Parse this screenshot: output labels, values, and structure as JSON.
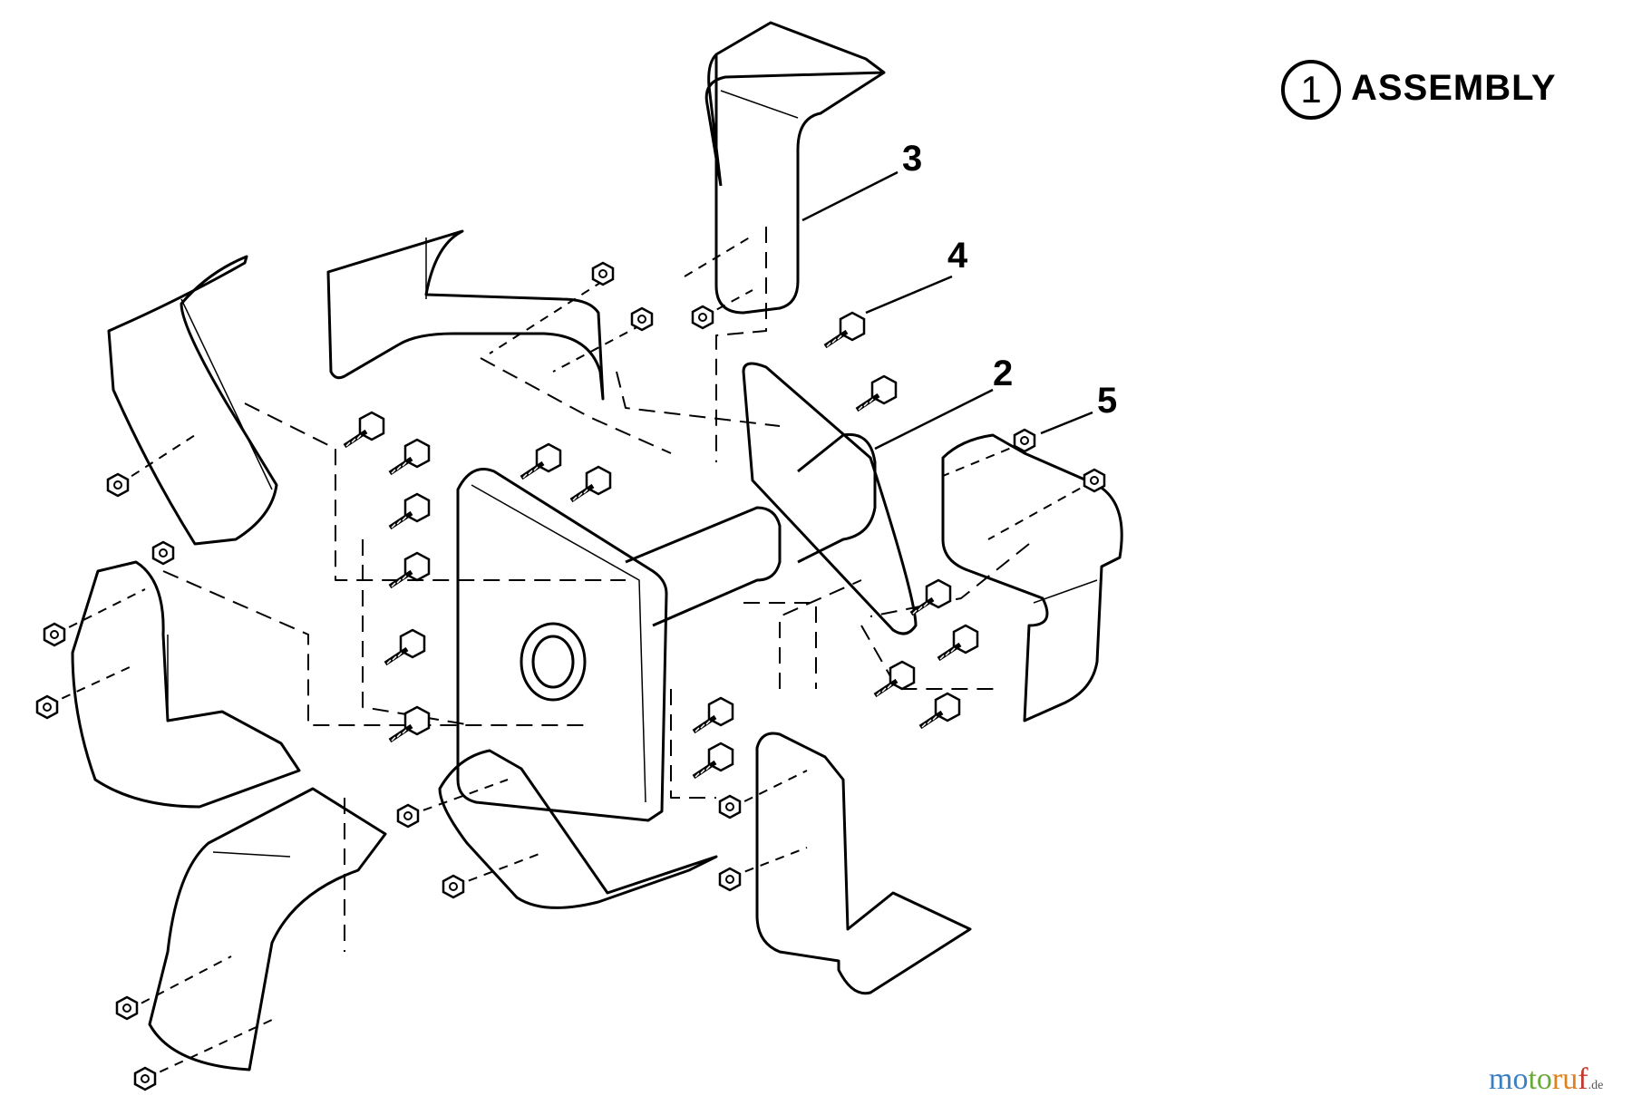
{
  "title": {
    "number": "1",
    "label": "ASSEMBLY"
  },
  "callouts": [
    {
      "id": "2",
      "label": "2"
    },
    {
      "id": "3",
      "label": "3"
    },
    {
      "id": "4",
      "label": "4"
    },
    {
      "id": "5",
      "label": "5"
    }
  ],
  "watermark": {
    "part1": "mo",
    "part2": "to",
    "part3": "ru",
    "part4": "f",
    "suffix": ".de"
  },
  "colors": {
    "line": "#000000",
    "background": "#ffffff"
  }
}
